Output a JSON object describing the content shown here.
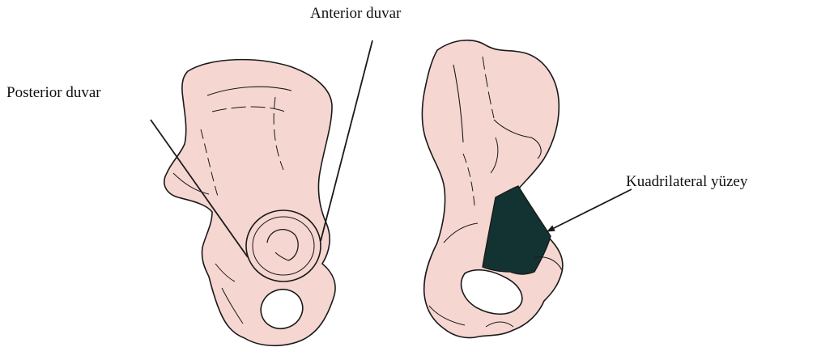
{
  "labels": {
    "anterior_wall": "Anterior duvar",
    "posterior_wall": "Posterior duvar",
    "quadrilateral_surface": "Kuadrilateral yüzey"
  },
  "colors": {
    "bone_fill": "#f6d6d1",
    "outline": "#1a1a1a",
    "quadrilateral_fill": "#133333",
    "background": "#ffffff"
  }
}
